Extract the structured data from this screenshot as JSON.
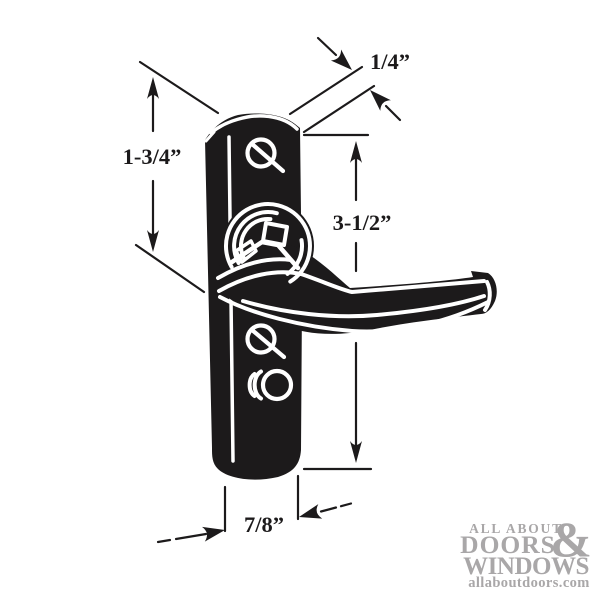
{
  "diagram_title": "door-handle-dimension-diagram",
  "colors": {
    "ink": "#1c1a1b",
    "background": "#ffffff",
    "watermark": "#a9a7a8"
  },
  "dimensions": {
    "plate_thickness": "1/4”",
    "top_to_lever": "1-3/4”",
    "lever_span": "3-1/2”",
    "plate_width": "7/8”"
  },
  "watermark": {
    "tagline_top": "ALL ABOUT",
    "word_doors": "DOORS",
    "ampersand": "&",
    "word_windows": "WINDOWS",
    "website": "allaboutdoors.com"
  }
}
